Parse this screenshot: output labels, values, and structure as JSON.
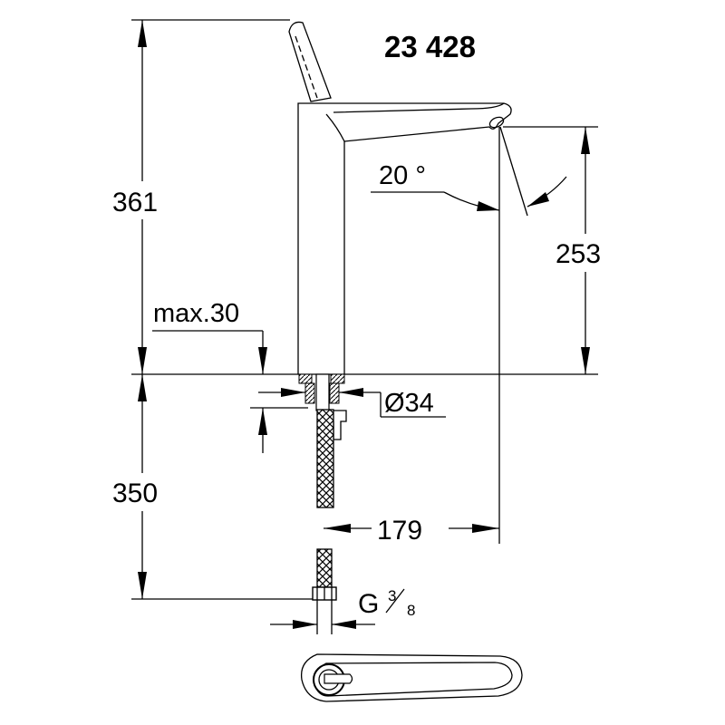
{
  "model_number": "23 428",
  "dimensions": {
    "total_height": "361",
    "spout_height": "253",
    "max_deck_thickness": "max.30",
    "hole_diameter": "Ø34",
    "below_deck_length": "350",
    "spout_reach": "179",
    "angle": "20 °",
    "thread": {
      "letter": "G",
      "numerator": "3",
      "denominator": "8"
    }
  }
}
